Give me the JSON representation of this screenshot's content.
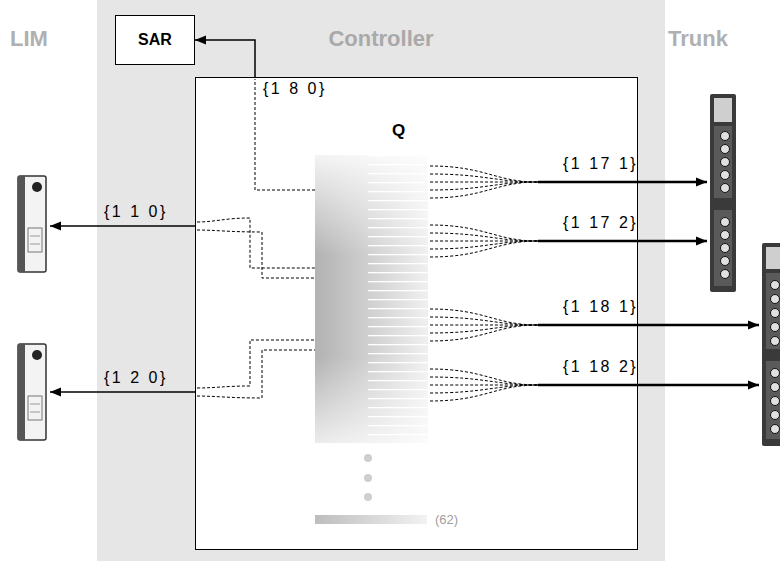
{
  "diagram": {
    "nodes": [
      {
        "text": [
          "Controller"
        ]
      },
      {
        "text": [
          "SAR"
        ],
        "in": 0
      },
      {
        "text": [
          "Q"
        ],
        "in": 0
      }
    ],
    "edges": [
      {
        "from": 2,
        "to": 1,
        "arrow": "to",
        "label": "{1 8 0}"
      }
    ],
    "labels": [
      "LIM",
      "Trunk",
      "{1 1 0}",
      "{1 2 0}",
      "{1 17 1}",
      "{1 17 2}",
      "{1 18 1}",
      "{1 18 2}",
      "(62)"
    ]
  }
}
